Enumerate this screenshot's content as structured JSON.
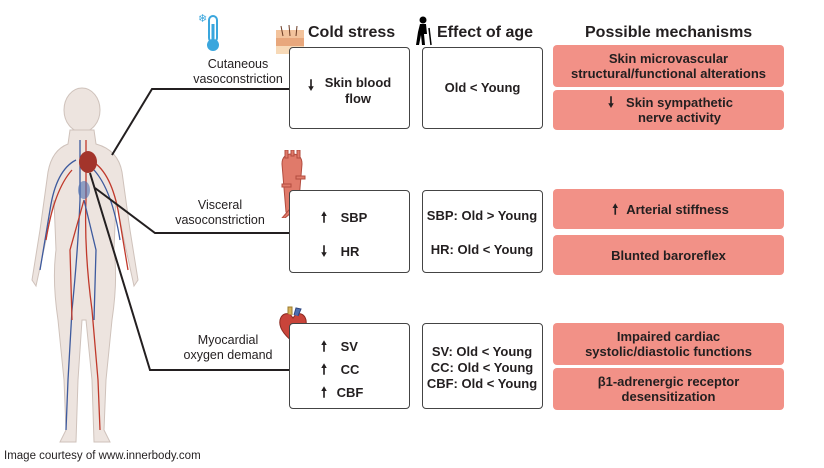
{
  "headers": {
    "cold_stress": "Cold stress",
    "effect_of_age": "Effect of age",
    "possible_mechanisms": "Possible mechanisms"
  },
  "categories": {
    "cutaneous": [
      "Cutaneous",
      "vasoconstriction"
    ],
    "visceral": [
      "Visceral",
      "vasoconstriction"
    ],
    "myocardial": [
      "Myocardial",
      "oxygen demand"
    ]
  },
  "cold_stress": {
    "skin": [
      "Skin blood",
      "flow"
    ],
    "sbp": "SBP",
    "hr": "HR",
    "sv": "SV",
    "cc": "CC",
    "cbf": "CBF"
  },
  "effect_of_age": {
    "skin": "Old < Young",
    "sbp": "SBP: Old > Young",
    "hr": "HR: Old < Young",
    "sv": "SV: Old < Young",
    "cc": "CC: Old < Young",
    "cbf": "CBF: Old < Young"
  },
  "mechanisms": {
    "m1": [
      "Skin  microvascular",
      "structural/functional alterations"
    ],
    "m2": [
      "Skin  sympathetic",
      "nerve activity"
    ],
    "m3": "Arterial stiffness",
    "m4": "Blunted baroreflex",
    "m5": [
      "Impaired cardiac",
      "systolic/diastolic functions"
    ],
    "m6": [
      "β1-adrenergic receptor",
      "desensitization"
    ]
  },
  "arrows": {
    "up": "🠕",
    "down": "🠗"
  },
  "credit": "Image courtesy of www.innerbody.com",
  "colors": {
    "mechanism_fill": "#f29187",
    "line": "#231f20",
    "vessel_red": "#c0392b",
    "vessel_blue": "#3d5a9e"
  }
}
